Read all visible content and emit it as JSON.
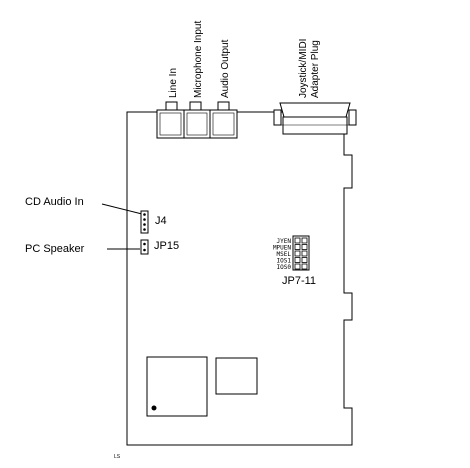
{
  "diagram": {
    "connector_labels": {
      "line_in": "Line In",
      "microphone_input": "Microphone Input",
      "audio_output": "Audio Output",
      "joystick_line1": "Joystick/MIDI",
      "joystick_line2": "Adapter Plug"
    },
    "callouts": {
      "cd_audio_in": "CD Audio In",
      "pc_speaker": "PC Speaker"
    },
    "jumpers": {
      "j4": "J4",
      "jp15": "JP15",
      "jp7_11": "JP7-11",
      "settings": [
        "JYEN",
        "MPUEN",
        "MSEL",
        "IOS1",
        "IOS0"
      ]
    },
    "corner_mark": "LS"
  }
}
